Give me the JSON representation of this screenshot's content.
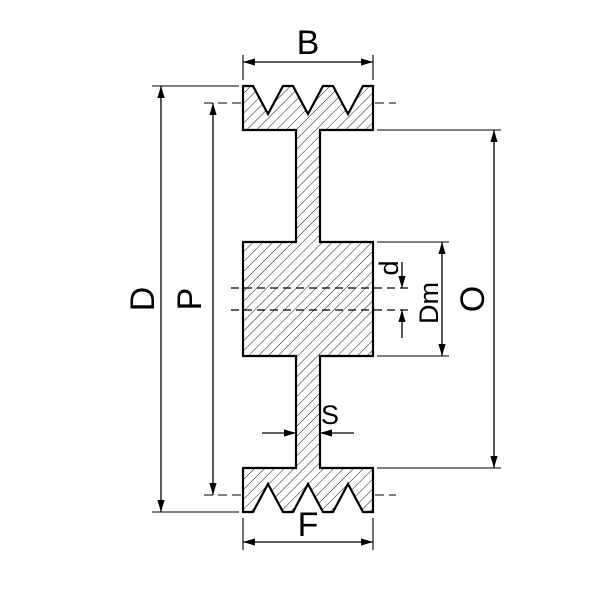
{
  "drawing": {
    "labels": {
      "top_width": "B",
      "outer_diameter": "D",
      "pitch_diameter": "P",
      "bore_diameter": "d",
      "hub_diameter": "Dm",
      "rim_inner_diameter": "O",
      "web_thickness": "S",
      "bottom_width": "F"
    },
    "colors": {
      "line": "#000000",
      "background": "#ffffff"
    }
  }
}
